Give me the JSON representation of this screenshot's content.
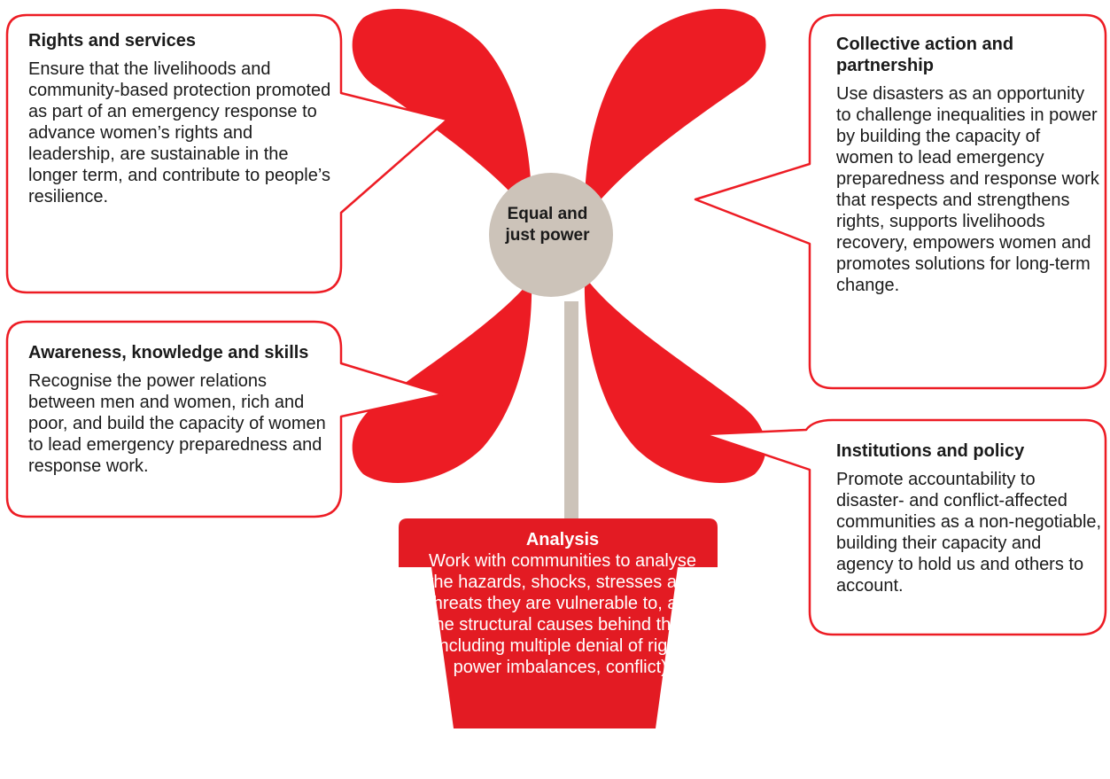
{
  "colors": {
    "petal": "#ed1c24",
    "pot": "#e31b23",
    "center": "#ccc3b9",
    "stem": "#ccc3b9",
    "box_border": "#ed1c24",
    "text": "#1a1a1a",
    "pot_text": "#ffffff"
  },
  "center": {
    "label": "Equal and just power"
  },
  "boxes": {
    "rights": {
      "title": "Rights and services",
      "body": "Ensure that the livelihoods and community-based protection promoted as part of an emergency response to advance women’s rights and leadership, are sustainable in the longer term, and contribute to people’s resilience."
    },
    "awareness": {
      "title": "Awareness, knowledge and skills",
      "body": "Recognise the power relations between men and women, rich and poor, and build the capacity of women to lead emergency preparedness and response work."
    },
    "collective": {
      "title": "Collective action and partnership",
      "body": "Use disasters as an opportunity to challenge inequalities in power by building the capacity of women to lead emergency preparedness and response work that respects and strengthens rights, supports livelihoods recovery, empowers women and promotes solutions for long-term change."
    },
    "institutions": {
      "title": "Institutions and policy",
      "body": "Promote accountability to disaster- and conflict-affected communities as a non-negotiable, building their capacity and agency to hold us and others to account."
    }
  },
  "pot": {
    "title": "Analysis",
    "body": "Work with communities to analyse the hazards, shocks, stresses and threats they are vulnerable to, and the structural causes behind them (including multiple denial of rights, power imbalances, conflict)."
  }
}
